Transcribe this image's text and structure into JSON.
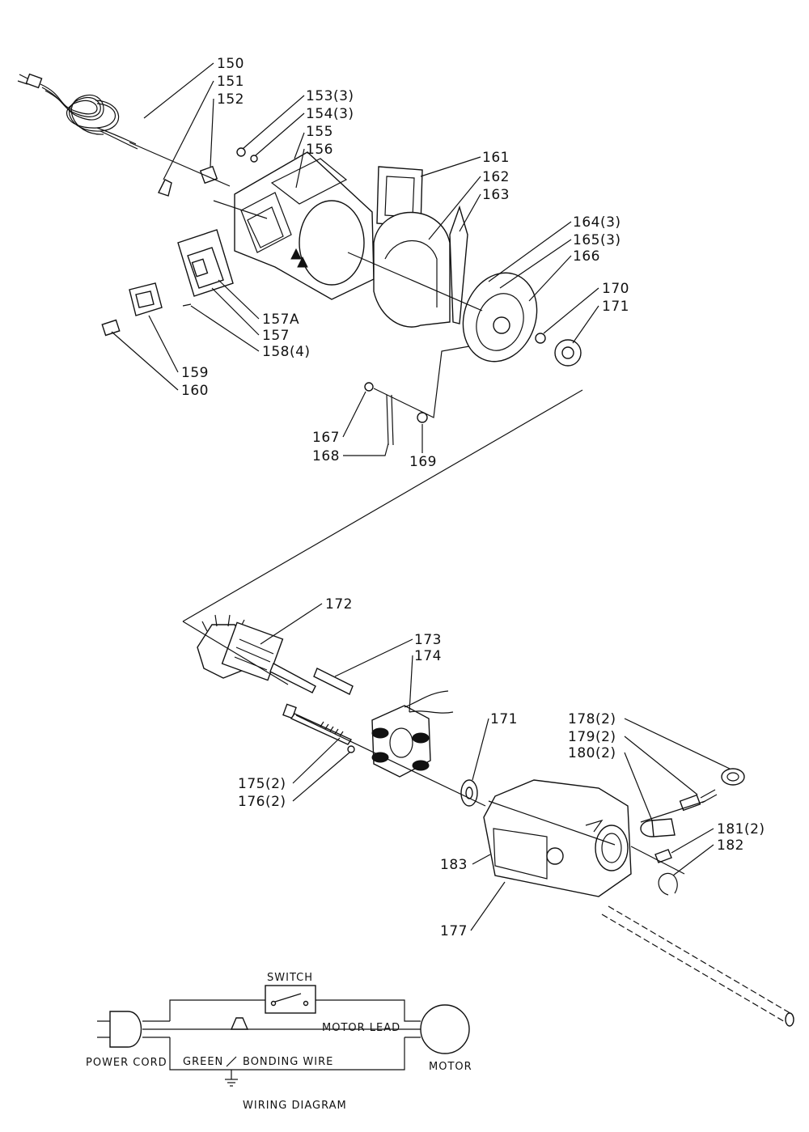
{
  "callouts": {
    "c150": "150",
    "c151": "151",
    "c152": "152",
    "c153": "153(3)",
    "c154": "154(3)",
    "c155": "155",
    "c156": "156",
    "c157a": "157A",
    "c157": "157",
    "c158": "158(4)",
    "c159": "159",
    "c160": "160",
    "c161": "161",
    "c162": "162",
    "c163": "163",
    "c164": "164(3)",
    "c165": "165(3)",
    "c166": "166",
    "c167": "167",
    "c168": "168",
    "c169": "169",
    "c170": "170",
    "c171a": "171",
    "c172": "172",
    "c173": "173",
    "c174": "174",
    "c175": "175(2)",
    "c176": "176(2)",
    "c171b": "171",
    "c177": "177",
    "c178": "178(2)",
    "c179": "179(2)",
    "c180": "180(2)",
    "c181": "181(2)",
    "c182": "182",
    "c183": "183"
  },
  "wiring": {
    "title": "WIRING DIAGRAM",
    "switch": "SWITCH",
    "motor_lead": "MOTOR LEAD",
    "power_cord": "POWER CORD",
    "green": "GREEN",
    "bonding_wire": "BONDING WIRE",
    "motor": "MOTOR"
  }
}
